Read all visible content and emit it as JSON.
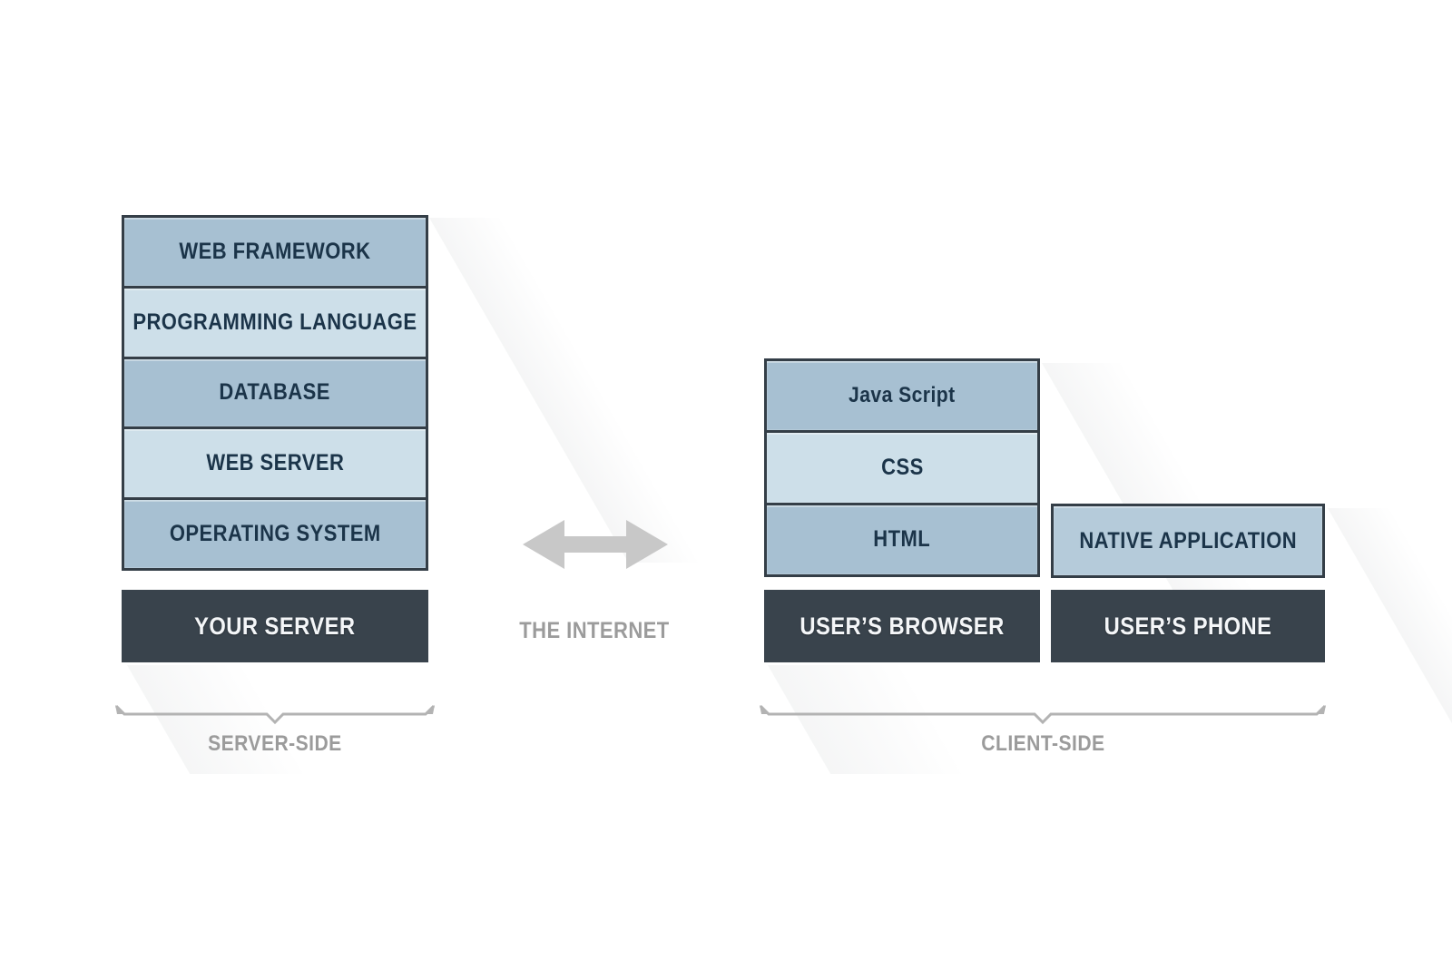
{
  "colors": {
    "background": "#ffffff",
    "box_medium": "#a7c0d2",
    "box_light": "#cddfe9",
    "box_soft": "#b5cbda",
    "box_dark": "#39434c",
    "box_border": "#343e47",
    "text_navy": "#1b3449",
    "text_white": "#f4f6f8",
    "muted_gray": "#9b9b9b",
    "arrow_gray": "#c8c8c8",
    "bracket_gray": "#b3b3b3"
  },
  "server_side": {
    "stack": [
      {
        "label": "WEB FRAMEWORK",
        "tone": "medium"
      },
      {
        "label": "PROGRAMMING LANGUAGE",
        "tone": "light"
      },
      {
        "label": "DATABASE",
        "tone": "medium"
      },
      {
        "label": "WEB SERVER",
        "tone": "light"
      },
      {
        "label": "OPERATING SYSTEM",
        "tone": "medium"
      }
    ],
    "base_label": "YOUR SERVER",
    "bracket_label": "SERVER-SIDE"
  },
  "connector": {
    "label": "THE INTERNET",
    "arrow_icon": "double-headed-horizontal-arrow"
  },
  "client_side": {
    "browser_stack": [
      {
        "label": "Java Script",
        "tone": "medium"
      },
      {
        "label": "CSS",
        "tone": "light"
      },
      {
        "label": "HTML",
        "tone": "medium"
      }
    ],
    "browser_base_label": "USER’S BROWSER",
    "phone_stack": [
      {
        "label": "NATIVE APPLICATION",
        "tone": "soft"
      }
    ],
    "phone_base_label": "USER’S PHONE",
    "bracket_label": "CLIENT-SIDE"
  }
}
